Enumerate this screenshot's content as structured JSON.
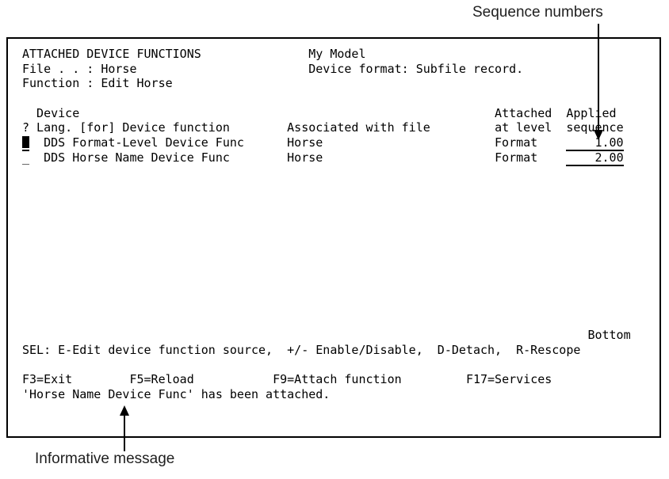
{
  "colors": {
    "background": "#ffffff",
    "screen_text": "#000000",
    "screen_border": "#000000",
    "callout_text": "#1f1f1f"
  },
  "callouts": {
    "sequence_label": "Sequence numbers",
    "informative_label": "Informative message"
  },
  "screen": {
    "title": "ATTACHED DEVICE FUNCTIONS",
    "model_name": "My Model",
    "file_value": "Horse",
    "device_format_value": "Subfile record.",
    "function_value": "Edit Horse",
    "scroll_indicator": "Bottom",
    "message": "'Horse Name Device Func' has been attached.",
    "rows": [
      {
        "device_function": "DDS Format-Level Device Func",
        "associated_with_file": "Horse",
        "attached_at_level": "Format",
        "applied_sequence": "1.00"
      },
      {
        "device_function": "DDS Horse Name Device Func",
        "associated_with_file": "Horse",
        "attached_at_level": "Format",
        "applied_sequence": "2.00"
      }
    ],
    "function_keys": [
      "F3=Exit",
      "F5=Reload",
      "F9=Attach function",
      "F17=Services"
    ],
    "lines": [
      [
        {
          "t": "ATTACHED DEVICE FUNCTIONS",
          "b": true
        },
        {
          "t": "               "
        },
        {
          "t": "My Model",
          "b": true
        }
      ],
      [
        {
          "t": "File . . : "
        },
        {
          "t": "Horse",
          "b": true
        },
        {
          "t": "                        "
        },
        {
          "t": "Device format: "
        },
        {
          "t": "Subfile record.",
          "b": true
        }
      ],
      [
        {
          "t": "Function : "
        },
        {
          "t": "Edit Horse",
          "b": true
        }
      ],
      [],
      [
        {
          "t": "  Device"
        },
        {
          "t": "                                                          "
        },
        {
          "t": "Attached  Applied"
        }
      ],
      [
        {
          "t": "? Lang. [for] Device function"
        },
        {
          "t": "        "
        },
        {
          "t": "Associated with file"
        },
        {
          "t": "         "
        },
        {
          "t": "at level  sequence"
        }
      ],
      [
        {
          "t": " ",
          "cur": true
        },
        {
          "t": "  "
        },
        {
          "t": "DDS Format-Level Device Func",
          "b": true
        },
        {
          "t": "      "
        },
        {
          "t": "Horse",
          "b": true
        },
        {
          "t": "                        "
        },
        {
          "t": "Format",
          "b": true
        },
        {
          "t": "    "
        },
        {
          "t": "    1.00",
          "b": true,
          "u": true
        }
      ],
      [
        {
          "t": "_",
          "sel": true
        },
        {
          "t": "  "
        },
        {
          "t": "DDS Horse Name Device Func",
          "b": true
        },
        {
          "t": "        "
        },
        {
          "t": "Horse",
          "b": true
        },
        {
          "t": "                        "
        },
        {
          "t": "Format",
          "b": true
        },
        {
          "t": "    "
        },
        {
          "t": "    2.00",
          "b": true,
          "u": true
        }
      ],
      [],
      [],
      [],
      [],
      [],
      [],
      [],
      [],
      [],
      [],
      [],
      [
        {
          "t": "                                                                               "
        },
        {
          "t": "Bottom",
          "b": true
        }
      ],
      [
        {
          "t": "SEL: "
        },
        {
          "t": "E-Edit device function source,  +/- Enable/Disable,  D-Detach,  R-Rescope",
          "b": true
        }
      ],
      [],
      [
        {
          "t": "F3=Exit",
          "b": true
        },
        {
          "t": "        "
        },
        {
          "t": "F5=Reload",
          "b": true
        },
        {
          "t": "           "
        },
        {
          "t": "F9=Attach function",
          "b": true
        },
        {
          "t": "         "
        },
        {
          "t": "F17=Services",
          "b": true
        }
      ],
      [
        {
          "t": "'Horse Name Device Func' has been attached.",
          "b": true
        }
      ]
    ]
  }
}
